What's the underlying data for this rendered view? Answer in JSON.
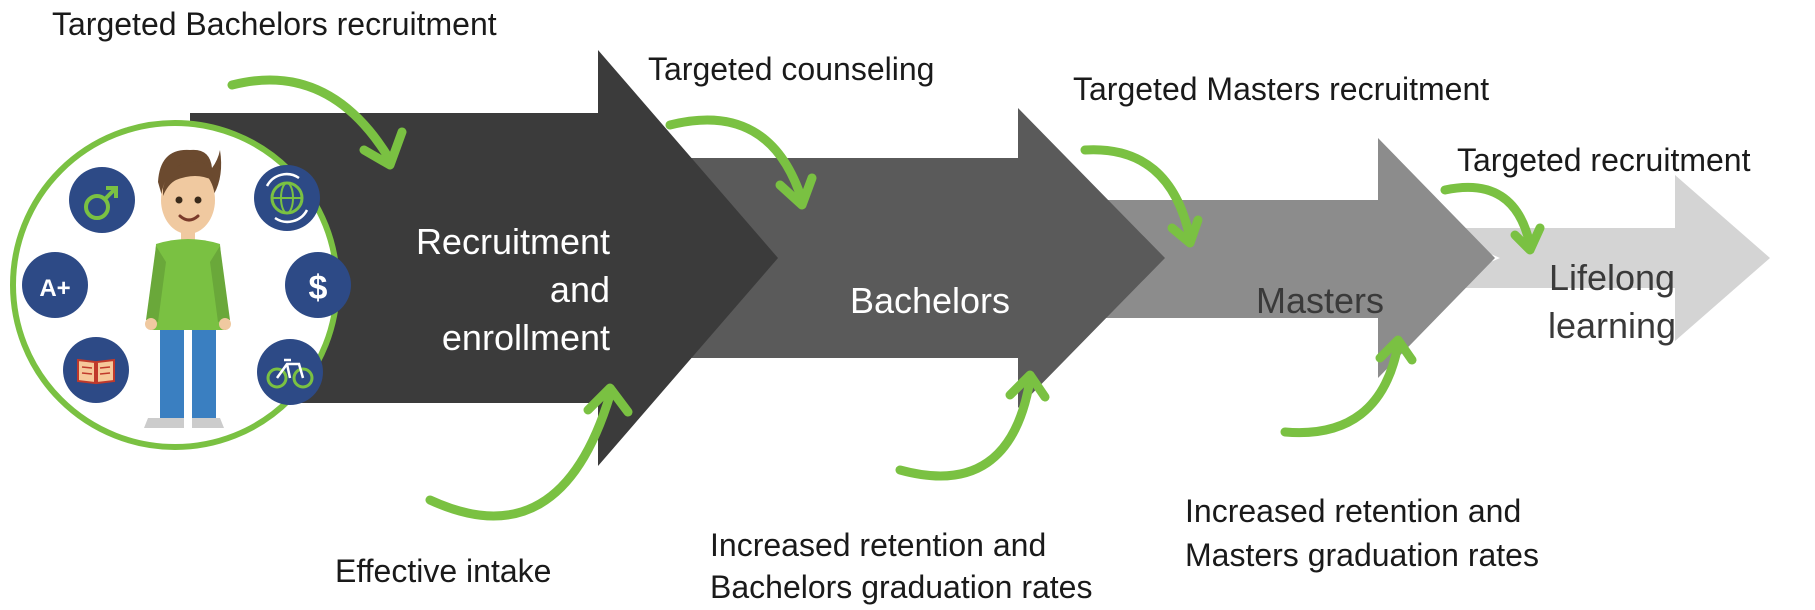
{
  "stages": [
    {
      "lines": [
        "Recruitment",
        "and",
        "enrollment"
      ],
      "color": "#3b3b3b",
      "text_color": "#ffffff"
    },
    {
      "lines": [
        "Bachelors"
      ],
      "color": "#5a5a5a",
      "text_color": "#ffffff"
    },
    {
      "lines": [
        "Masters"
      ],
      "color": "#8c8c8c",
      "text_color": "#3a3a3a"
    },
    {
      "lines": [
        "Lifelong",
        "learning"
      ],
      "color": "#d4d4d4",
      "text_color": "#3a3a3a"
    }
  ],
  "annotations": {
    "targeted_bachelors": "Targeted Bachelors recruitment",
    "targeted_counseling": "Targeted counseling",
    "targeted_masters": "Targeted Masters recruitment",
    "targeted_recruitment": "Targeted recruitment",
    "effective_intake": "Effective intake",
    "bachelors_retention": [
      "Increased retention and",
      "Bachelors graduation rates"
    ],
    "masters_retention": [
      "Increased retention and",
      "Masters graduation rates"
    ]
  },
  "student_icons": [
    "male-symbol-icon",
    "globe-icon",
    "grade-a-plus-icon",
    "dollar-icon",
    "book-icon",
    "bicycle-icon"
  ],
  "icon_glyphs": {
    "grade": "A+",
    "dollar": "$"
  },
  "colors": {
    "accent_green": "#7ac142",
    "icon_bg": "#2d4a86"
  }
}
